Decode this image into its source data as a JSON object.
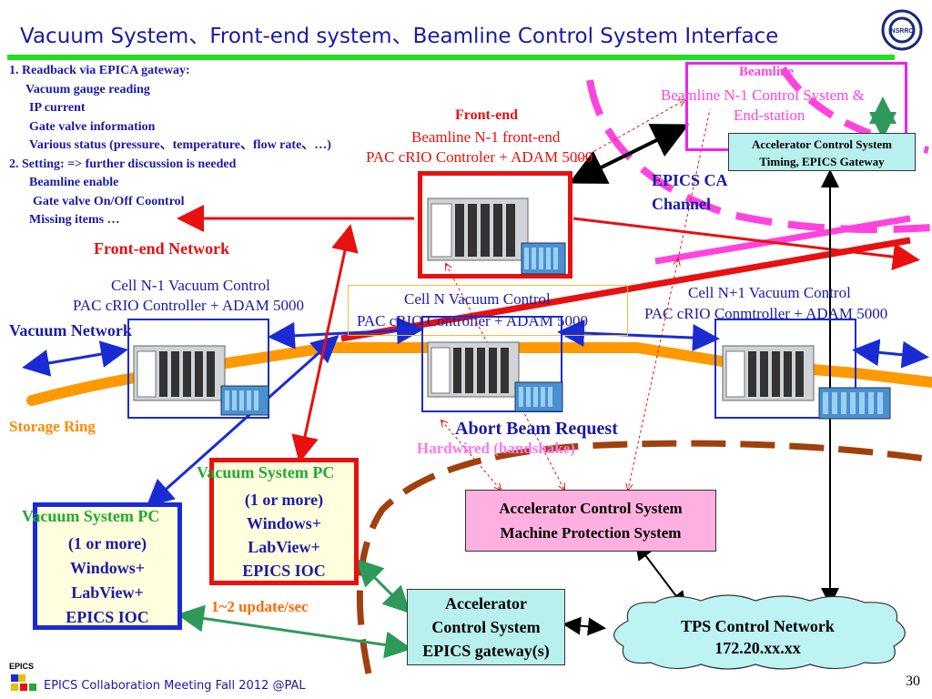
{
  "title": "Vacuum System、Front-end system、Beamline Control System Interface",
  "logo_text": "NSRRC",
  "notes": [
    "1. Readback via EPICA  gateway:",
    "Vacuum gauge reading",
    "IP current",
    "Gate valve information",
    "Various status (pressure、temperature、flow rate、…)",
    "2.  Setting: => further discussion is needed",
    "Beamline enable",
    "Gate valve On/Off Coontrol",
    "Missing items …"
  ],
  "beamline": {
    "title": "Beamline",
    "line1": "Beamline N-1 Control System &",
    "line2": "End-station"
  },
  "acs_timing": {
    "line1": "Accelerator Control System",
    "line2": "Timing, EPICS  Gateway"
  },
  "frontend": {
    "title": "Front-end",
    "line1": "Beamline N-1 front-end",
    "line2": "PAC cRIO Controler + ADAM 5000"
  },
  "epics_ca": {
    "line1": "EPICS CA",
    "line2": "Channel"
  },
  "frontend_network": "Front-end Network",
  "vacuum_network": "Vacuum Network",
  "storage_ring": "Storage Ring",
  "cell_nm1": {
    "line1": "Cell N-1 Vacuum Control",
    "line2": "PAC cRIO Controller + ADAM 5000"
  },
  "cell_n": {
    "line1": "Cell N Vacuum Control",
    "line2": "PAC cRIO Controller + ADAM 5000"
  },
  "cell_np1": {
    "line1": "Cell N+1 Vacuum Control",
    "line2": "PAC cRIO Conmtroller + ADAM 5000"
  },
  "abort_beam": "Abort Beam Request",
  "hardwired": "Hardwired (handshake)",
  "mps": {
    "line1": "Accelerator Control System",
    "line2": "Machine Protection System"
  },
  "vpc_red": {
    "title": "Vacuum System PC",
    "lines": [
      "(1 or more)",
      "Windows+",
      "LabView+",
      "EPICS IOC"
    ]
  },
  "vpc_blue": {
    "title": "Vacuum System PC",
    "lines": [
      "(1 or more)",
      "Windows+",
      "LabView+",
      "EPICS IOC"
    ]
  },
  "update_rate": "1~2 update/sec",
  "acs_gateway": {
    "line1": "Accelerator",
    "line2": "Control System",
    "line3": "EPICS gateway(s)"
  },
  "tps_network": {
    "line1": "TPS Control Network",
    "line2": "172.20.xx.xx"
  },
  "footer_logo": "EPICS",
  "footer": "EPICS Collaboration Meeting Fall 2012 @PAL",
  "page_number": "30",
  "colors": {
    "title_blue": "#1a1aa6",
    "red": "#e81010",
    "magenta": "#ff44dd",
    "green": "#22aa33",
    "orange": "#ff9900",
    "brown": "#a0400c",
    "mps_pink": "#ffb0e0",
    "gateway_teal": "#b8f0ee",
    "cloud_cyan": "#bdf3f3",
    "yellow_pc": "#ffffdd"
  }
}
